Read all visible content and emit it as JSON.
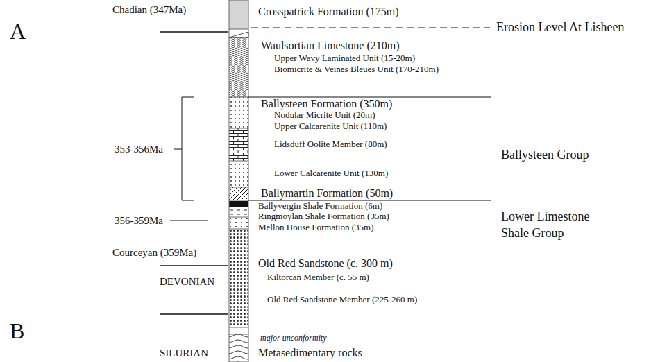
{
  "diagram": {
    "labels": [
      "A",
      "Chadian (347Ma)",
      "Crosspatrick Formation (175m)",
      "Erosion Level At Lisheen",
      "Waulsortian Limestone (210m)",
      "Upper Wavy Laminated Unit (15-20m)",
      "Biomicrite & Veines Bleues Unit (170-210m)",
      "Ballysteen Formation (350m)",
      "Nodular Micrite Unit (20m)",
      "Upper Calcarenite Unit (110m)",
      "Lidsduff Oolite Member (80m)",
      "353-356Ma",
      "Ballysteen Group",
      "Lower Calcarenite Unit (130m)",
      "Ballymartin Formation (50m)",
      "Ballyvergin Shale Formation (6m)",
      "356-359Ma",
      "Lower Limestone Shale Group",
      "Ringmoylan Shale Formation (35m)",
      "Mellon House Formation (35m)",
      "Courceyan (359Ma)",
      "Old Red Sandstone (c. 300 m)",
      "DEVONIAN",
      "Kiltorcan Member (c. 55 m)",
      "Old Red Sandstone Member (225-260 m)",
      "B",
      "major unconformity",
      "SILURIAN",
      "Metasedimentary rocks"
    ]
  }
}
